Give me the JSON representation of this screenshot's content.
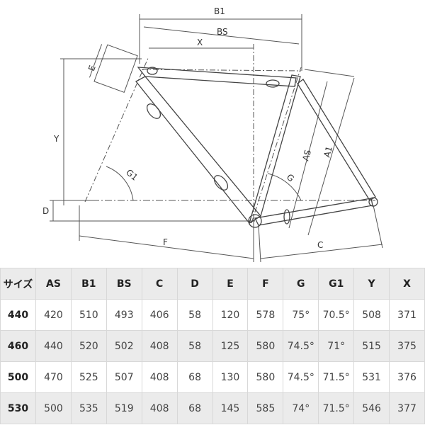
{
  "diagram": {
    "labels": {
      "B1": "B1",
      "BS": "BS",
      "X": "X",
      "E": "E",
      "Y": "Y",
      "D": "D",
      "F": "F",
      "G1": "G1",
      "G": "G",
      "AS": "AS",
      "A1": "A1",
      "C": "C"
    }
  },
  "table": {
    "headers": [
      "サイズ",
      "AS",
      "B1",
      "BS",
      "C",
      "D",
      "E",
      "F",
      "G",
      "G1",
      "Y",
      "X"
    ],
    "rows": [
      [
        "440",
        "420",
        "510",
        "493",
        "406",
        "58",
        "120",
        "578",
        "75°",
        "70.5°",
        "508",
        "371"
      ],
      [
        "460",
        "440",
        "520",
        "502",
        "408",
        "58",
        "125",
        "580",
        "74.5°",
        "71°",
        "515",
        "375"
      ],
      [
        "500",
        "470",
        "525",
        "507",
        "408",
        "68",
        "130",
        "580",
        "74.5°",
        "71.5°",
        "531",
        "376"
      ],
      [
        "530",
        "500",
        "535",
        "519",
        "408",
        "68",
        "145",
        "585",
        "74°",
        "71.5°",
        "546",
        "377"
      ]
    ]
  }
}
